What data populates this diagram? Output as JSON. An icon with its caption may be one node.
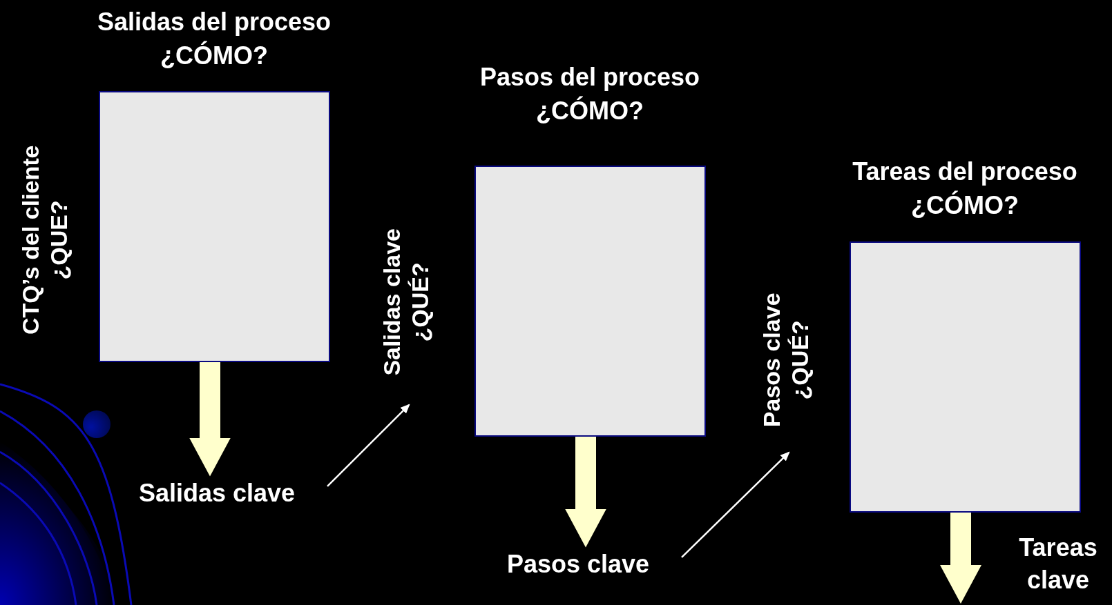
{
  "diagram": {
    "nodes": [
      {
        "text": [
          "Salidas del proceso ¿CÓMO?"
        ],
        "beside": [
          "CTQ’s del cliente ¿QUE?"
        ]
      },
      {
        "text": [
          "Salidas clave"
        ]
      },
      {
        "text": [
          "Salidas clave ¿QUÉ?"
        ]
      },
      {
        "text": [
          "Pasos del proceso ¿CÓMO?"
        ]
      },
      {
        "text": [
          "Pasos clave"
        ]
      },
      {
        "text": [
          "Pasos clave ¿QUÉ?"
        ]
      },
      {
        "text": [
          "Tareas del proceso ¿CÓMO?"
        ]
      },
      {
        "text": [
          "Tareas clave"
        ]
      }
    ],
    "edges": [
      {
        "from": 0,
        "to": 1,
        "arrow": "to"
      },
      {
        "from": 1,
        "to": 2,
        "arrow": "to",
        "color": "#ffffff"
      },
      {
        "from": 3,
        "to": 4,
        "arrow": "to"
      },
      {
        "from": 4,
        "to": 5,
        "arrow": "to",
        "color": "#ffffff"
      },
      {
        "from": 6,
        "to": 7,
        "arrow": "to"
      }
    ]
  }
}
